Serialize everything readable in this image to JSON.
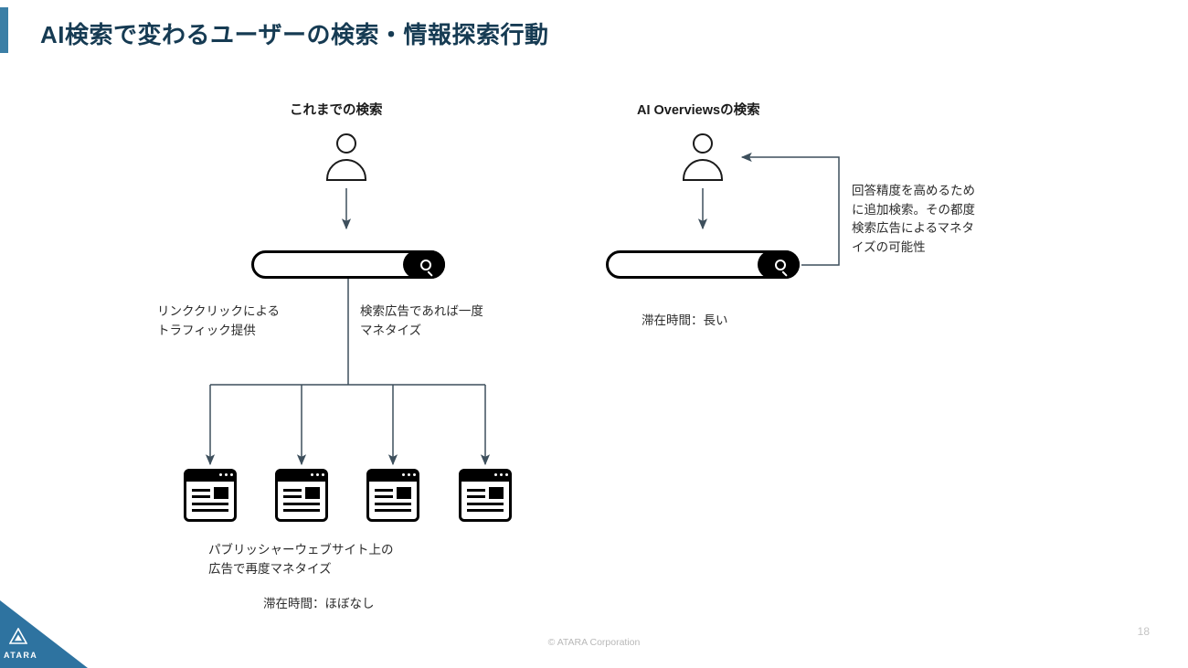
{
  "slide": {
    "title": "AI検索で変わるユーザーの検索・情報探索行動",
    "page_number": "18",
    "copyright": "© ATARA Corporation",
    "accent_color": "#3b7fa6",
    "logo_text": "ATARA"
  },
  "columns": {
    "left_heading": "これまでの検索",
    "right_heading": "AI Overviewsの検索"
  },
  "left_flow": {
    "note_traffic": "リンククリックによる\nトラフィック提供",
    "note_ad_once": "検索広告であれば一度\nマネタイズ",
    "note_publisher": "パブリッシャーウェブサイト上の\n広告で再度マネタイズ",
    "note_dwell": "滞在時間：ほぼなし",
    "site_count": 4
  },
  "right_flow": {
    "note_dwell": "滞在時間：長い",
    "note_loop": "回答精度を高めるため\nに追加検索。その都度\n検索広告によるマネタ\nイズの可能性"
  },
  "icons": {
    "person": "person-icon",
    "search": "magnifier-icon",
    "website": "browser-window-icon"
  }
}
